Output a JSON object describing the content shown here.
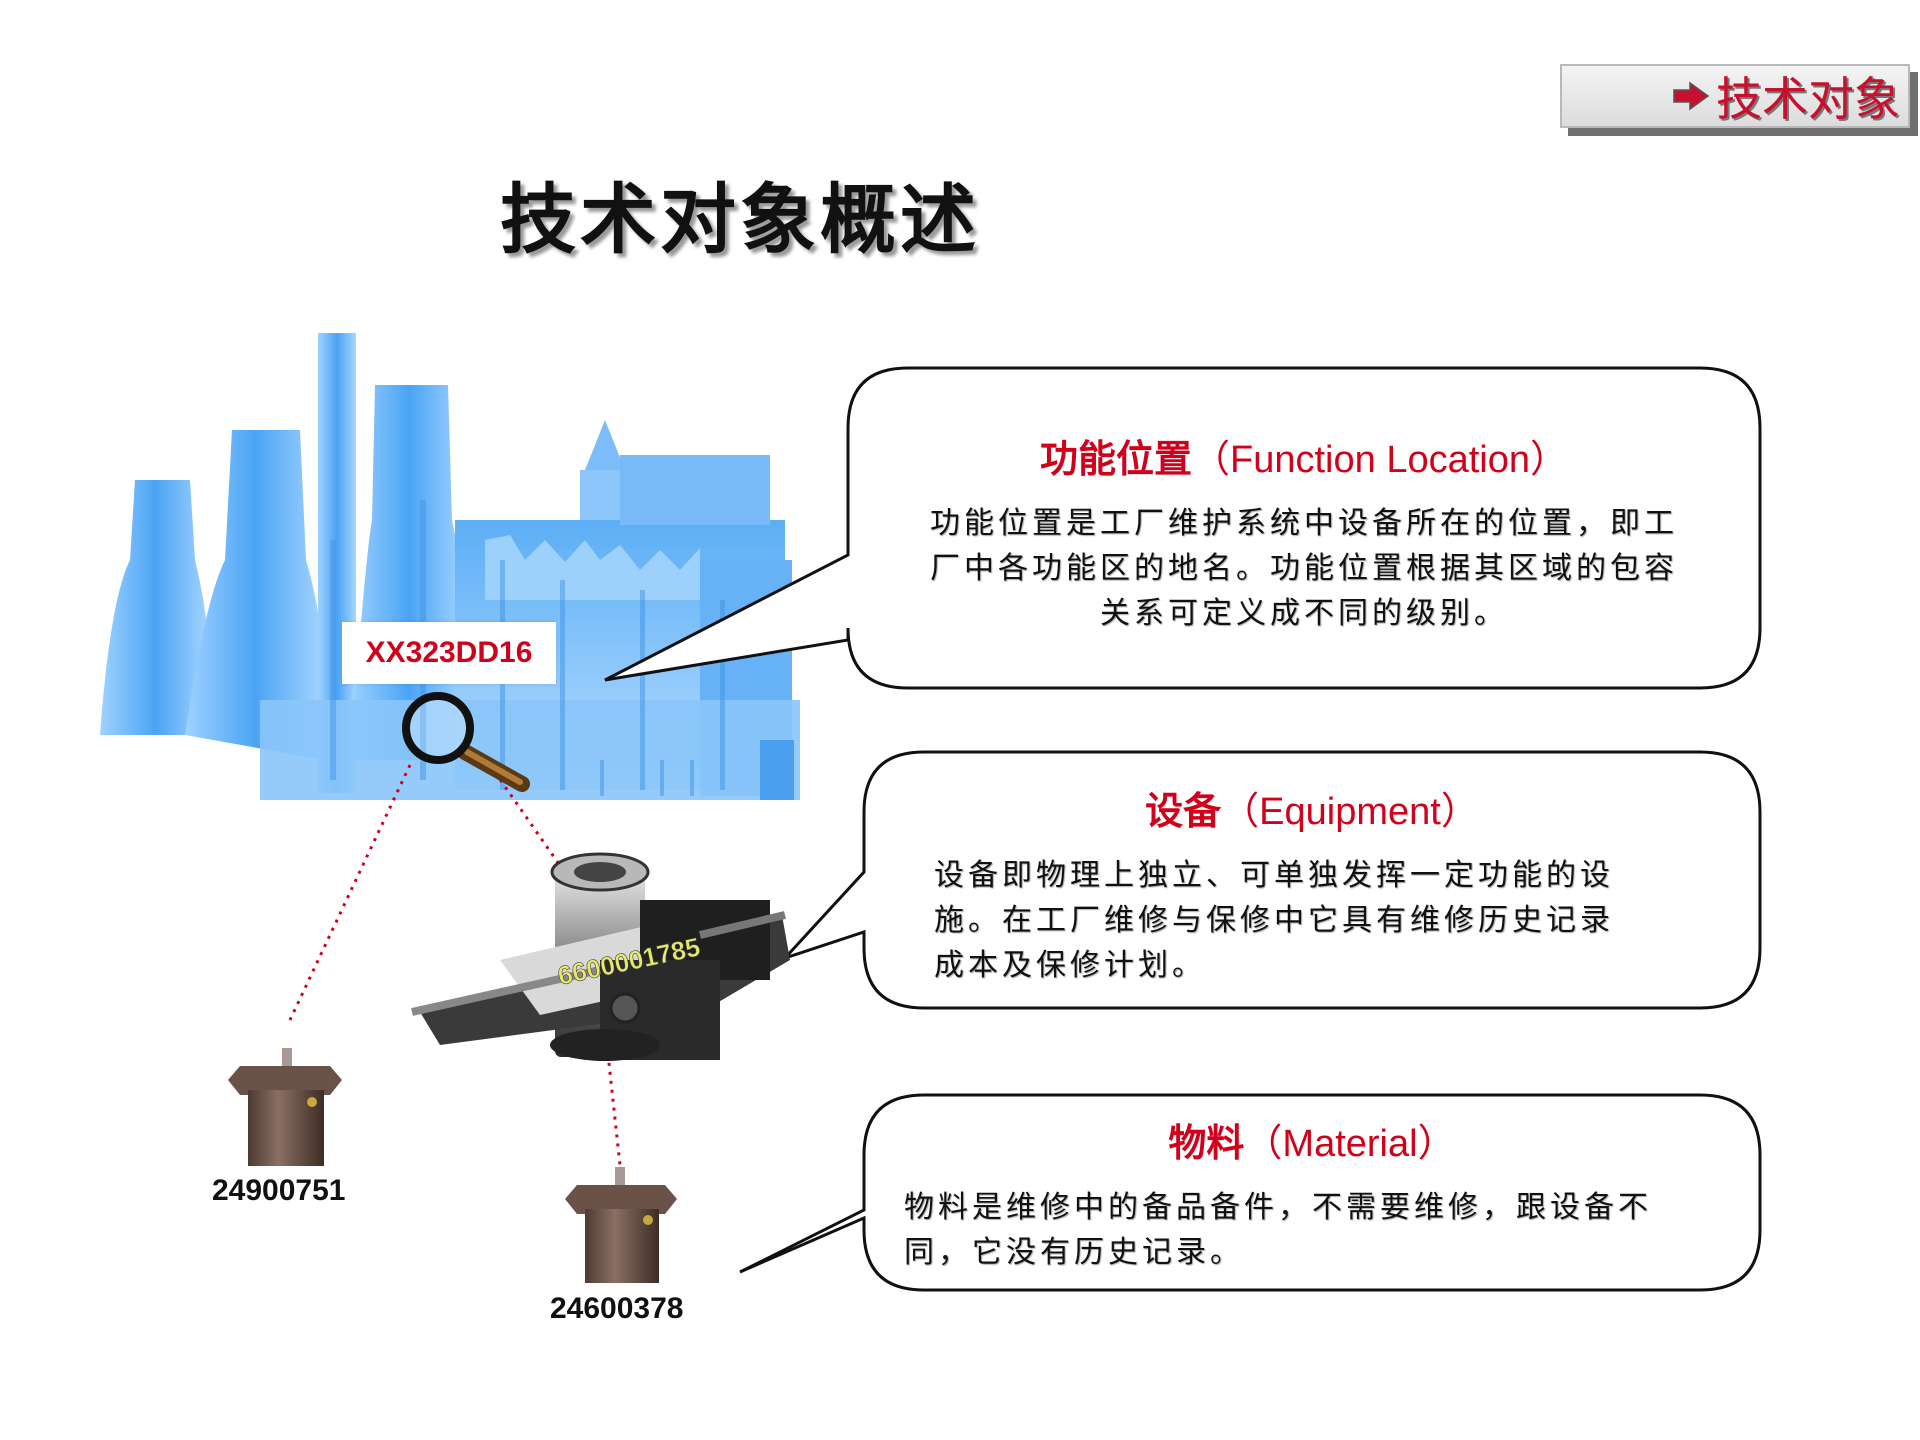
{
  "header": {
    "section_tag": "技术对象",
    "title": "技术对象概述"
  },
  "illustration": {
    "function_location_code": "XX323DD16",
    "equipment_number": "6600001785",
    "material_1_number": "24900751",
    "material_2_number": "24600378"
  },
  "callouts": [
    {
      "heading_cn": "功能位置",
      "heading_en": "（Function Location）",
      "lines": [
        "功能位置是工厂维护系统中设备所在的位置，即工",
        "厂中各功能区的地名。功能位置根据其区域的包容",
        "关系可定义成不同的级别。"
      ]
    },
    {
      "heading_cn": "设备",
      "heading_en": "（Equipment）",
      "lines": [
        "设备即物理上独立、可单独发挥一定功能的设",
        "施。在工厂维修与保修中它具有维修历史记录",
        "成本及保修计划。"
      ]
    },
    {
      "heading_cn": "物料",
      "heading_en": "（Material）",
      "lines": [
        "物料是维修中的备品备件，不需要维修，跟设备不",
        "同，它没有历史记录。"
      ]
    }
  ],
  "colors": {
    "accent_red": "#d0021b",
    "plant_blue": "#55a8f0",
    "motor_brown": "#6a5248"
  }
}
